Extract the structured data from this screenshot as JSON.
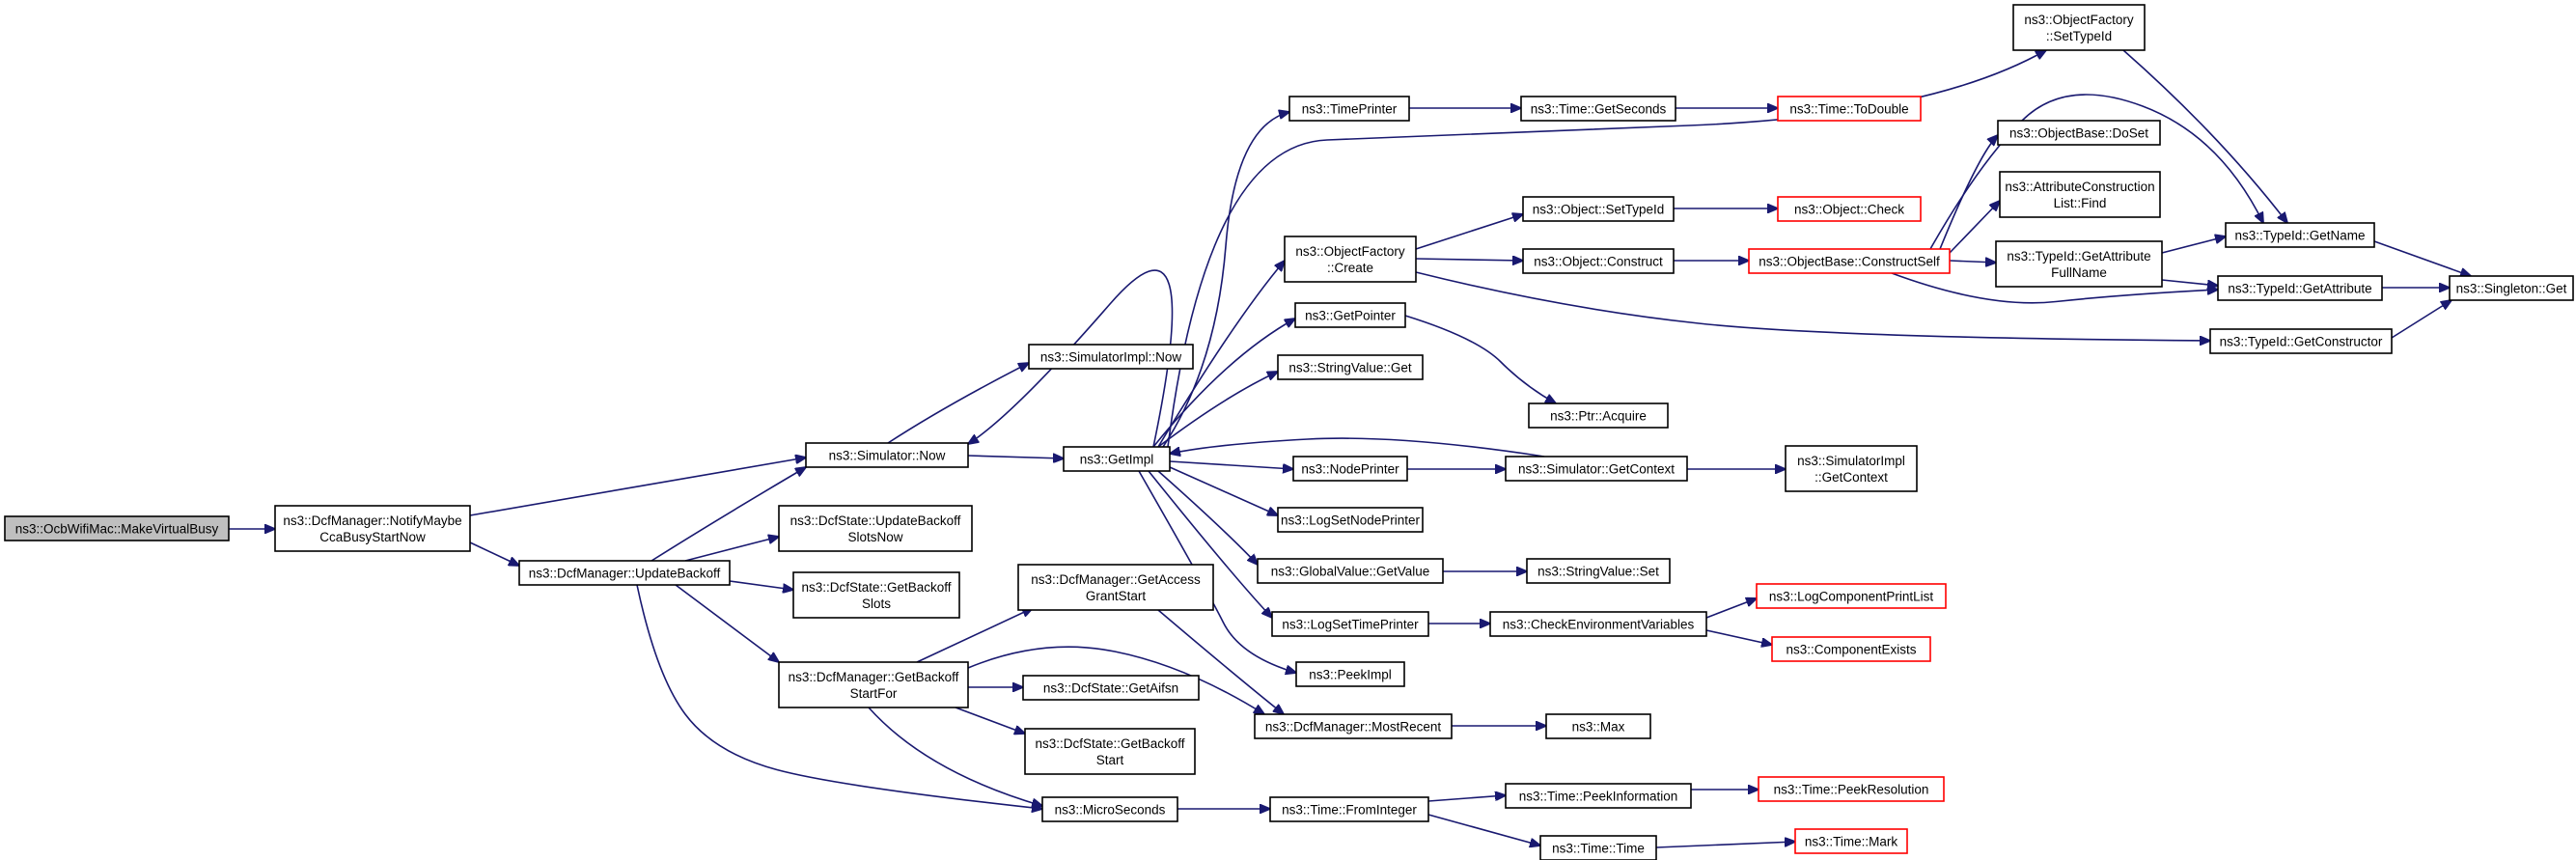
{
  "graph": {
    "nodes": [
      {
        "id": "root",
        "lines": [
          "ns3::OcbWifiMac::MakeVirtualBusy"
        ],
        "style": "root"
      },
      {
        "id": "notify",
        "lines": [
          "ns3::DcfManager::NotifyMaybe",
          "CcaBusyStartNow"
        ],
        "style": "normal"
      },
      {
        "id": "updateBackoff",
        "lines": [
          "ns3::DcfManager::UpdateBackoff"
        ],
        "style": "normal"
      },
      {
        "id": "simNow",
        "lines": [
          "ns3::Simulator::Now"
        ],
        "style": "normal"
      },
      {
        "id": "simImplNow",
        "lines": [
          "ns3::SimulatorImpl::Now"
        ],
        "style": "normal"
      },
      {
        "id": "getImpl",
        "lines": [
          "ns3::GetImpl"
        ],
        "style": "normal"
      },
      {
        "id": "updBackoffSlots",
        "lines": [
          "ns3::DcfState::UpdateBackoff",
          "SlotsNow"
        ],
        "style": "normal"
      },
      {
        "id": "getBackoffSlots",
        "lines": [
          "ns3::DcfState::GetBackoff",
          "Slots"
        ],
        "style": "normal"
      },
      {
        "id": "getBackoffStartFor",
        "lines": [
          "ns3::DcfManager::GetBackoff",
          "StartFor"
        ],
        "style": "normal"
      },
      {
        "id": "getAccessGrant",
        "lines": [
          "ns3::DcfManager::GetAccess",
          "GrantStart"
        ],
        "style": "normal"
      },
      {
        "id": "getAifsn",
        "lines": [
          "ns3::DcfState::GetAifsn"
        ],
        "style": "normal"
      },
      {
        "id": "getBackoffStart",
        "lines": [
          "ns3::DcfState::GetBackoff",
          "Start"
        ],
        "style": "normal"
      },
      {
        "id": "microSeconds",
        "lines": [
          "ns3::MicroSeconds"
        ],
        "style": "normal"
      },
      {
        "id": "timePrinter",
        "lines": [
          "ns3::TimePrinter"
        ],
        "style": "normal"
      },
      {
        "id": "objFactoryCreate",
        "lines": [
          "ns3::ObjectFactory",
          "::Create"
        ],
        "style": "normal"
      },
      {
        "id": "getPointer",
        "lines": [
          "ns3::GetPointer"
        ],
        "style": "normal"
      },
      {
        "id": "stringValueGet",
        "lines": [
          "ns3::StringValue::Get"
        ],
        "style": "normal"
      },
      {
        "id": "nodePrinter",
        "lines": [
          "ns3::NodePrinter"
        ],
        "style": "normal"
      },
      {
        "id": "logSetNodePrinter",
        "lines": [
          "ns3::LogSetNodePrinter"
        ],
        "style": "normal"
      },
      {
        "id": "globalValueGet",
        "lines": [
          "ns3::GlobalValue::GetValue"
        ],
        "style": "normal"
      },
      {
        "id": "logSetTimePrinter",
        "lines": [
          "ns3::LogSetTimePrinter"
        ],
        "style": "normal"
      },
      {
        "id": "peekImpl",
        "lines": [
          "ns3::PeekImpl"
        ],
        "style": "normal"
      },
      {
        "id": "mostRecent",
        "lines": [
          "ns3::DcfManager::MostRecent"
        ],
        "style": "normal"
      },
      {
        "id": "timeFromInteger",
        "lines": [
          "ns3::Time::FromInteger"
        ],
        "style": "normal"
      },
      {
        "id": "timeGetSeconds",
        "lines": [
          "ns3::Time::GetSeconds"
        ],
        "style": "normal"
      },
      {
        "id": "objSetTypeId",
        "lines": [
          "ns3::Object::SetTypeId"
        ],
        "style": "normal"
      },
      {
        "id": "objConstruct",
        "lines": [
          "ns3::Object::Construct"
        ],
        "style": "normal"
      },
      {
        "id": "ptrAcquire",
        "lines": [
          "ns3::Ptr::Acquire"
        ],
        "style": "normal"
      },
      {
        "id": "simGetContext",
        "lines": [
          "ns3::Simulator::GetContext"
        ],
        "style": "normal"
      },
      {
        "id": "stringValueSet",
        "lines": [
          "ns3::StringValue::Set"
        ],
        "style": "normal"
      },
      {
        "id": "checkEnv",
        "lines": [
          "ns3::CheckEnvironmentVariables"
        ],
        "style": "normal"
      },
      {
        "id": "max",
        "lines": [
          "ns3::Max"
        ],
        "style": "normal"
      },
      {
        "id": "peekInfo",
        "lines": [
          "ns3::Time::PeekInformation"
        ],
        "style": "normal"
      },
      {
        "id": "timeTime",
        "lines": [
          "ns3::Time::Time"
        ],
        "style": "normal"
      },
      {
        "id": "timeToDouble",
        "lines": [
          "ns3::Time::ToDouble"
        ],
        "style": "red"
      },
      {
        "id": "objectCheck",
        "lines": [
          "ns3::Object::Check"
        ],
        "style": "red"
      },
      {
        "id": "constructSelf",
        "lines": [
          "ns3::ObjectBase::ConstructSelf"
        ],
        "style": "red"
      },
      {
        "id": "simImplGetContext",
        "lines": [
          "ns3::SimulatorImpl",
          "::GetContext"
        ],
        "style": "normal"
      },
      {
        "id": "logCompPrintList",
        "lines": [
          "ns3::LogComponentPrintList"
        ],
        "style": "red"
      },
      {
        "id": "componentExists",
        "lines": [
          "ns3::ComponentExists"
        ],
        "style": "red"
      },
      {
        "id": "peekResolution",
        "lines": [
          "ns3::Time::PeekResolution"
        ],
        "style": "red"
      },
      {
        "id": "timeMark",
        "lines": [
          "ns3::Time::Mark"
        ],
        "style": "red"
      },
      {
        "id": "objFactorySetTypeId",
        "lines": [
          "ns3::ObjectFactory",
          "::SetTypeId"
        ],
        "style": "normal"
      },
      {
        "id": "objBaseDoSet",
        "lines": [
          "ns3::ObjectBase::DoSet"
        ],
        "style": "normal"
      },
      {
        "id": "attrConstrFind",
        "lines": [
          "ns3::AttributeConstruction",
          "List::Find"
        ],
        "style": "normal"
      },
      {
        "id": "typeIdGetAttrFull",
        "lines": [
          "ns3::TypeId::GetAttribute",
          "FullName"
        ],
        "style": "normal"
      },
      {
        "id": "typeIdGetName",
        "lines": [
          "ns3::TypeId::GetName"
        ],
        "style": "normal"
      },
      {
        "id": "typeIdGetAttribute",
        "lines": [
          "ns3::TypeId::GetAttribute"
        ],
        "style": "normal"
      },
      {
        "id": "typeIdGetConstructor",
        "lines": [
          "ns3::TypeId::GetConstructor"
        ],
        "style": "normal"
      },
      {
        "id": "singletonGet",
        "lines": [
          "ns3::Singleton::Get"
        ],
        "style": "normal"
      }
    ]
  }
}
